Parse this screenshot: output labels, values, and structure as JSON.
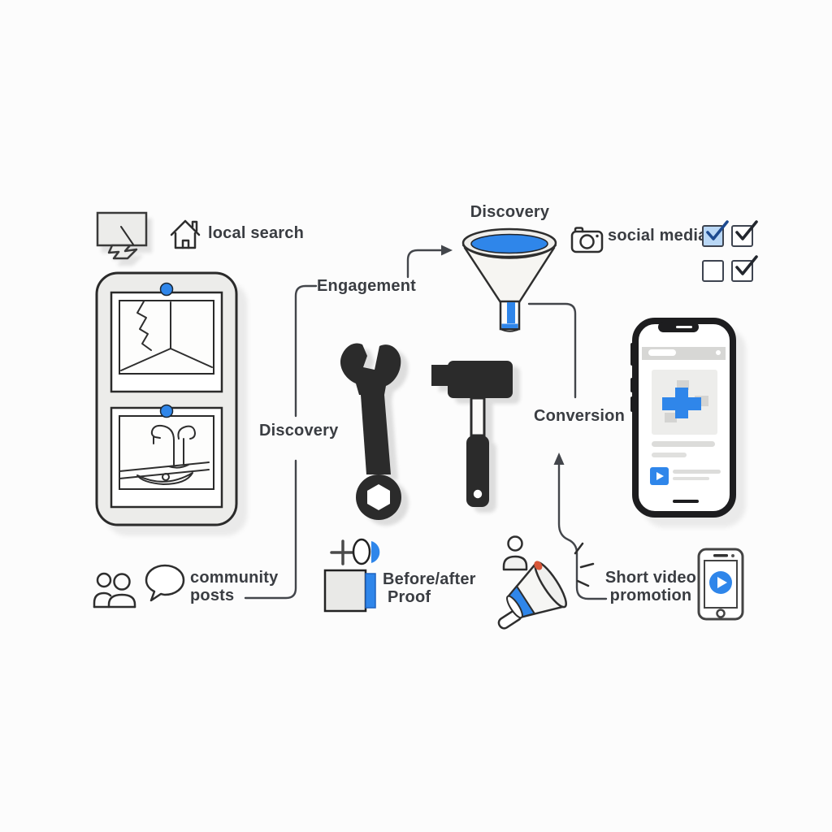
{
  "meta": {
    "description": "Local repair service marketing funnel infographic"
  },
  "colors": {
    "background": "#fcfcfc",
    "accent_blue": "#2f86ea",
    "ink": "#2e2e2e",
    "text": "#3a3d42",
    "device_gray": "#ececea",
    "checkbox_blue_fill": "#b9d7f5",
    "megaphone_red": "#d85638"
  },
  "funnel": {
    "title": "Discovery"
  },
  "stage_labels": {
    "engagement": "Engagement",
    "discovery": "Discovery",
    "conversion": "Conversion"
  },
  "channel_labels": {
    "local_search": "local search",
    "social_media": "social media",
    "community_posts_line1": "community",
    "community_posts_line2": "posts",
    "before_after_line1": "Before/after",
    "before_after_line2": "Proof",
    "short_video_line1": "Short video",
    "short_video_line2": "promotion"
  },
  "checkboxes": [
    {
      "checked": true,
      "variant": "blue-filled"
    },
    {
      "checked": true,
      "variant": "plain"
    },
    {
      "checked": false,
      "variant": "plain"
    },
    {
      "checked": true,
      "variant": "plain"
    }
  ],
  "icons": {
    "glitch-screen-icon": "gray rectangle with crack line on zigzag base",
    "house-icon": "outline house with chimney and door",
    "phone-gallery-icon": "tablet with pinned photos: cracked wall, leaky faucet",
    "funnel-icon": "funnel filled with blue liquid",
    "camera-icon": "outline photo camera",
    "checkbox-grid": "2x2 checkboxes, three checked",
    "wrench-icon": "black open-end wrench with hex ring",
    "hammer-icon": "black hammer",
    "smartphone-app-icon": "phone showing feed with blue plus logo and video row",
    "people-icon": "two person outlines",
    "speech-bubble-icon": "outline speech bubble",
    "before-after-camera-icon": "gray slide box with blue edge, plus and lens",
    "person-icon": "outline person",
    "megaphone-icon": "megaphone with blue band and red dot",
    "video-phone-icon": "outline phone with blue play button"
  }
}
